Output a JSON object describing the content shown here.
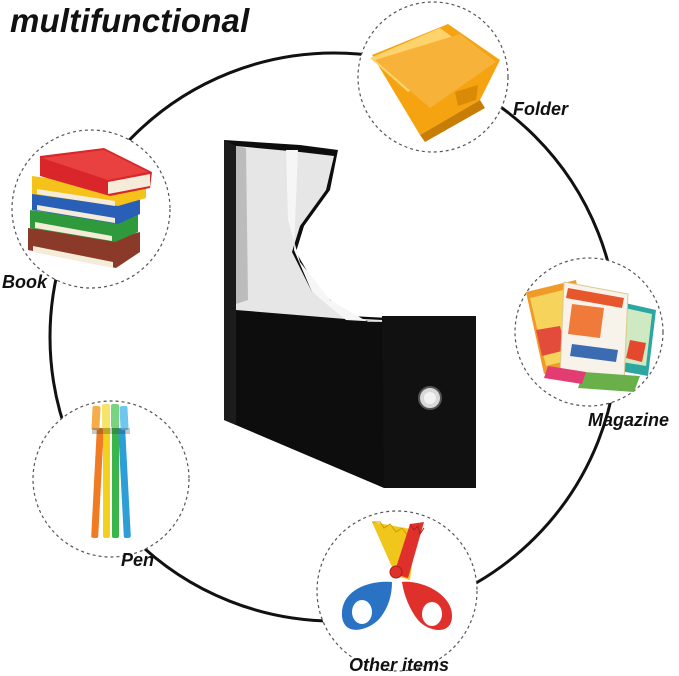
{
  "headline": "multifunctional",
  "items": {
    "folder": "Folder",
    "book": "Book",
    "magazine": "Magazine",
    "pen": "Pen",
    "other": "Other items"
  },
  "colors": {
    "ring": "#111111",
    "organizer": "#0d0d0d",
    "organizer_inner": "#e6e6e6",
    "folder": "#f5a310",
    "book_red": "#d9262b",
    "book_yellow": "#f4c21a",
    "book_blue": "#2a5fb8",
    "book_green": "#2f9a3c",
    "scissors_blue": "#2a72c4",
    "scissors_red": "#e0302c",
    "scissors_yellow": "#f1c61b"
  },
  "icons": [
    "folder-icon",
    "books-icon",
    "magazines-icon",
    "pens-icon",
    "scissors-icon",
    "magazine-file-organizer"
  ]
}
